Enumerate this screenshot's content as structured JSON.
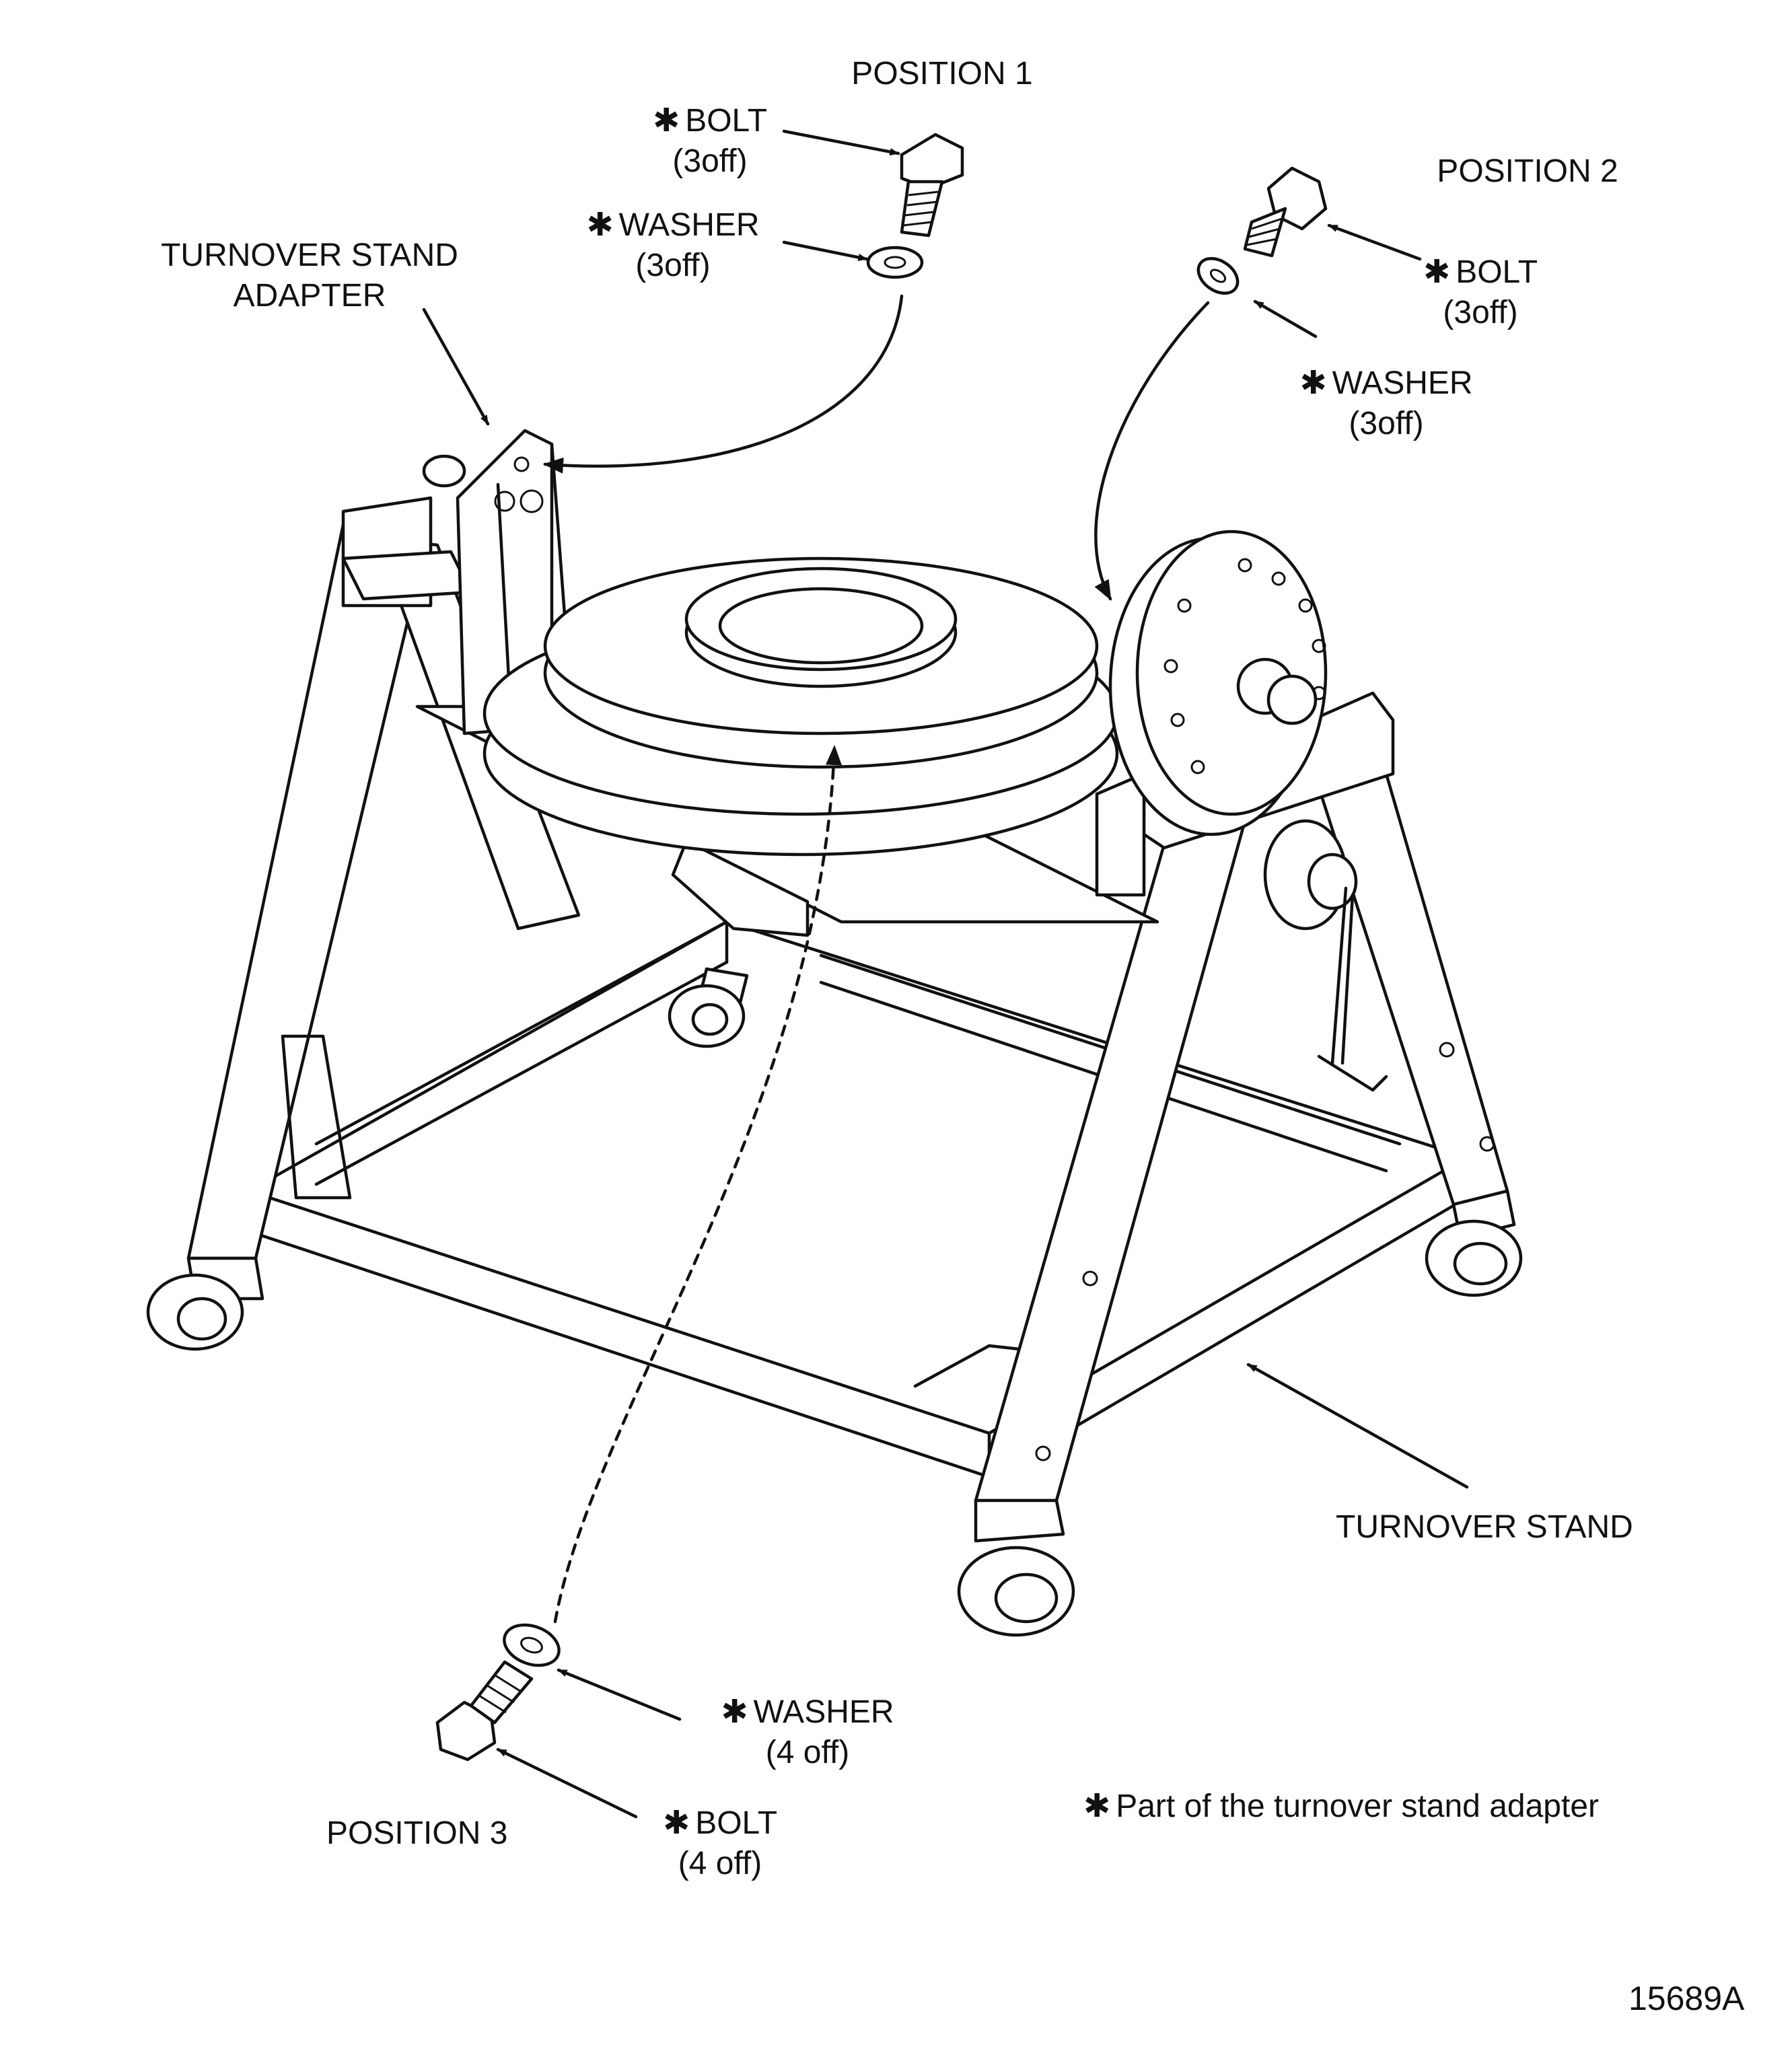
{
  "labels": {
    "position_1": "POSITION 1",
    "position_2": "POSITION 2",
    "position_3": "POSITION 3",
    "asterisk": "✱",
    "p1_bolt": "BOLT",
    "p1_bolt_qty": "(3off)",
    "p1_washer": "WASHER",
    "p1_washer_qty": "(3off)",
    "p2_bolt": "BOLT",
    "p2_bolt_qty": "(3off)",
    "p2_washer": "WASHER",
    "p2_washer_qty": "(3off)",
    "p3_washer": "WASHER",
    "p3_washer_qty": "(4 off)",
    "p3_bolt": "BOLT",
    "p3_bolt_qty": "(4 off)",
    "adapter_line1": "TURNOVER STAND",
    "adapter_line2": "ADAPTER",
    "turnover_stand": "TURNOVER STAND",
    "footnote": "Part of the turnover stand adapter",
    "figure_number": "15689A"
  }
}
